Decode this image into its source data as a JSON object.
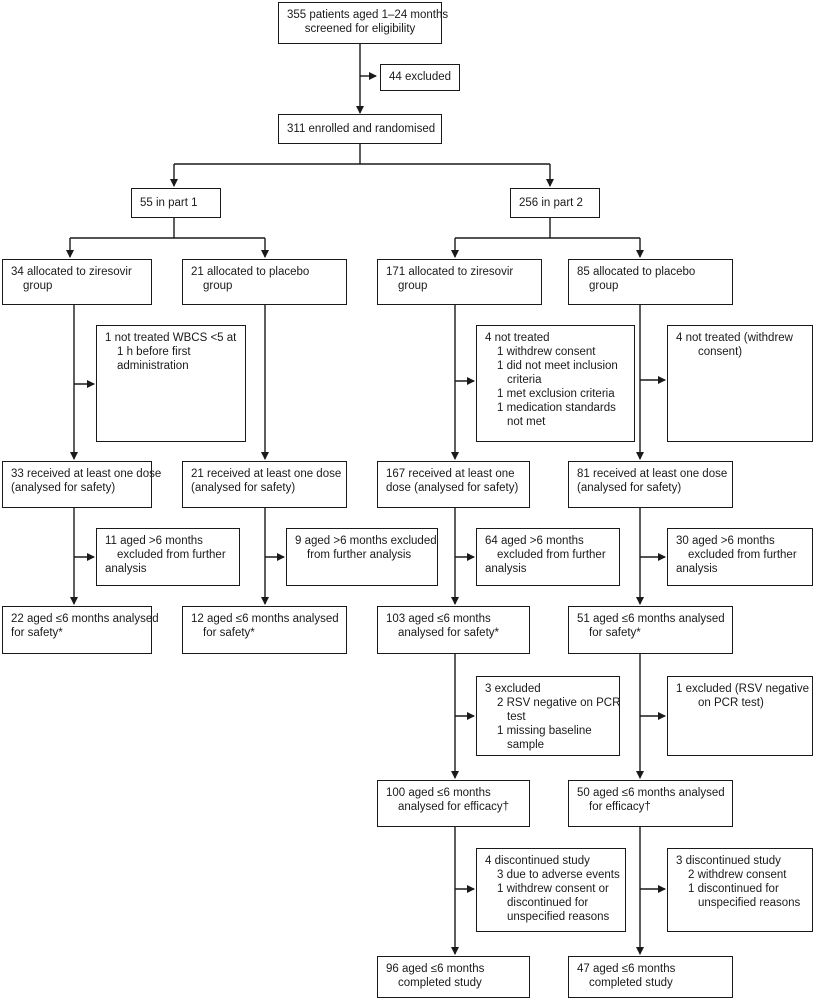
{
  "flowchart": {
    "screened": [
      "355 patients aged 1–24 months",
      "screened for eligibility"
    ],
    "excluded": [
      "44 excluded"
    ],
    "enrolled": [
      "311 enrolled and randomised"
    ],
    "part1": [
      "55 in part 1"
    ],
    "part2": [
      "256 in part 2"
    ],
    "p1_ziresovir": [
      "34 allocated to ziresovir",
      "group"
    ],
    "p1_placebo": [
      "21 allocated to placebo",
      "group"
    ],
    "p2_ziresovir": [
      "171 allocated to ziresovir",
      "group"
    ],
    "p2_placebo": [
      "85 allocated to placebo",
      "group"
    ],
    "p1z_not_treated": [
      "1 not treated WBCS <5 at",
      "1 h before first",
      "administration"
    ],
    "p2z_not_treated": [
      "4 not treated",
      "1 withdrew consent",
      "1 did not meet inclusion",
      "criteria",
      "1 met exclusion criteria",
      "1 medication standards",
      "not met"
    ],
    "p2p_not_treated": [
      "4 not treated (withdrew",
      "consent)"
    ],
    "p1z_dose": [
      "33 received at least one dose",
      "(analysed for safety)"
    ],
    "p1p_dose": [
      "21 received at least one dose",
      "(analysed for safety)"
    ],
    "p2z_dose": [
      "167 received at least one",
      "dose (analysed for safety)"
    ],
    "p2p_dose": [
      "81 received at least one dose",
      "(analysed for safety)"
    ],
    "p1z_excl6": [
      "11 aged >6 months",
      "excluded from further",
      "analysis"
    ],
    "p1p_excl6": [
      "9 aged >6 months excluded",
      "from further analysis"
    ],
    "p2z_excl6": [
      "64 aged >6 months",
      "excluded from further",
      "analysis"
    ],
    "p2p_excl6": [
      "30 aged >6 months",
      "excluded from further",
      "analysis"
    ],
    "p1z_safety": [
      "22 aged ≤6 months analysed",
      "for safety*"
    ],
    "p1p_safety": [
      "12 aged ≤6 months analysed",
      "for safety*"
    ],
    "p2z_safety": [
      "103 aged ≤6 months",
      "analysed for safety*"
    ],
    "p2p_safety": [
      "51 aged ≤6 months analysed",
      "for safety*"
    ],
    "p2z_rsv_excl": [
      "3 excluded",
      "2 RSV negative on PCR",
      "test",
      "1 missing baseline",
      "sample"
    ],
    "p2p_rsv_excl": [
      "1 excluded (RSV negative",
      "on PCR test)"
    ],
    "p2z_efficacy": [
      "100 aged ≤6 months",
      "analysed for efficacy†"
    ],
    "p2p_efficacy": [
      "50 aged ≤6 months analysed",
      "for efficacy†"
    ],
    "p2z_discontinued": [
      "4 discontinued study",
      "3 due to adverse events",
      "1 withdrew consent or",
      "discontinued for",
      "unspecified reasons"
    ],
    "p2p_discontinued": [
      "3 discontinued study",
      "2 withdrew consent",
      "1 discontinued for",
      "unspecified reasons"
    ],
    "p2z_completed": [
      "96 aged ≤6 months",
      "completed study"
    ],
    "p2p_completed": [
      "47 aged ≤6 months",
      "completed study"
    ]
  }
}
